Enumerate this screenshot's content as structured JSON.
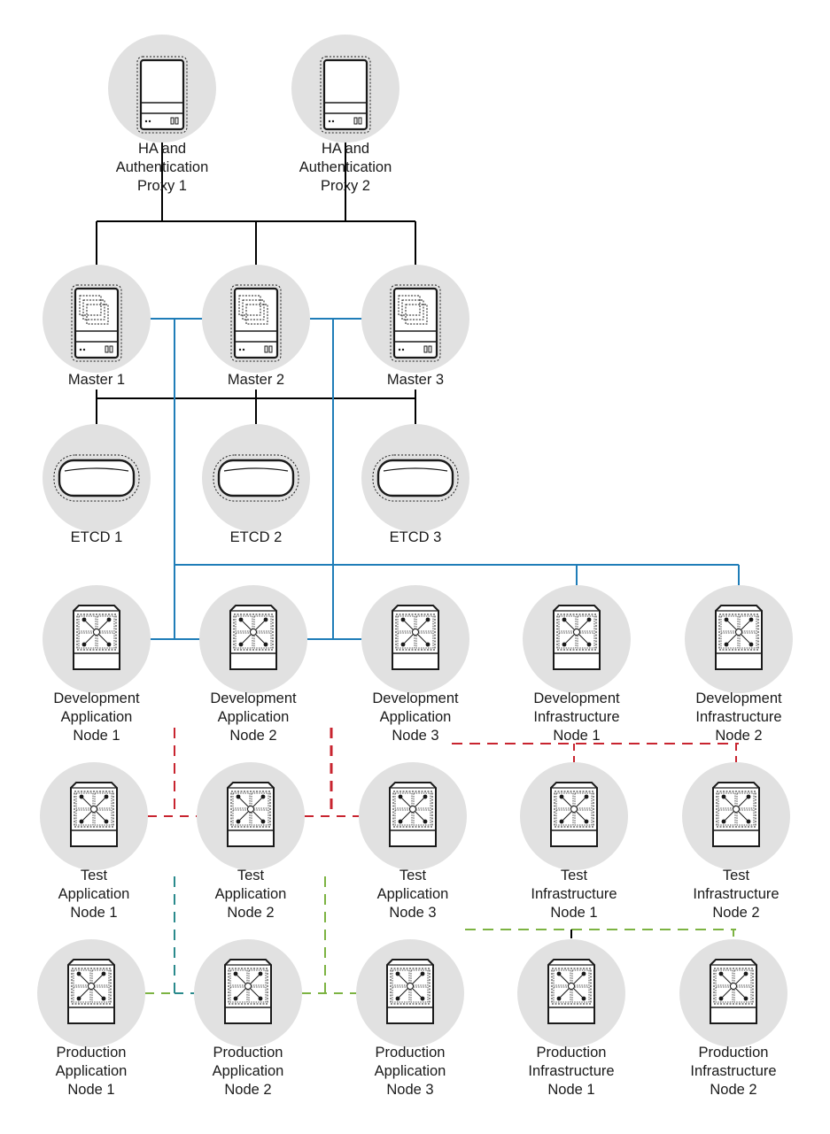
{
  "colors": {
    "background": "#ffffff",
    "node_fill": "#e1e1e1",
    "glyph_stroke": "#1a1a1a",
    "hierarchy_link": "#000000",
    "cluster_network": "#1f7db8",
    "promotion_dev_to_test": "#c8242f",
    "promotion_test_to_prod_app": "#2a8a8c",
    "promotion_test_to_prod": "#7cb342"
  },
  "nodes": {
    "proxy1": {
      "kind": "proxy",
      "icon": "server-icon",
      "label": [
        "HA and",
        "Authentication",
        "Proxy 1"
      ]
    },
    "proxy2": {
      "kind": "proxy",
      "icon": "server-icon",
      "label": [
        "HA and",
        "Authentication",
        "Proxy 2"
      ]
    },
    "master1": {
      "kind": "master",
      "icon": "master-server-icon",
      "label": [
        "Master 1"
      ]
    },
    "master2": {
      "kind": "master",
      "icon": "master-server-icon",
      "label": [
        "Master 2"
      ]
    },
    "master3": {
      "kind": "master",
      "icon": "master-server-icon",
      "label": [
        "Master 3"
      ]
    },
    "etcd1": {
      "kind": "etcd",
      "icon": "database-disk-icon",
      "label": [
        "ETCD 1"
      ]
    },
    "etcd2": {
      "kind": "etcd",
      "icon": "database-disk-icon",
      "label": [
        "ETCD 2"
      ]
    },
    "etcd3": {
      "kind": "etcd",
      "icon": "database-disk-icon",
      "label": [
        "ETCD 3"
      ]
    },
    "devApp1": {
      "kind": "compute",
      "icon": "compute-node-icon",
      "label": [
        "Development",
        "Application",
        "Node 1"
      ]
    },
    "devApp2": {
      "kind": "compute",
      "icon": "compute-node-icon",
      "label": [
        "Development",
        "Application",
        "Node 2"
      ]
    },
    "devApp3": {
      "kind": "compute",
      "icon": "compute-node-icon",
      "label": [
        "Development",
        "Application",
        "Node 3"
      ]
    },
    "devInfra1": {
      "kind": "compute",
      "icon": "compute-node-icon",
      "label": [
        "Development",
        "Infrastructure",
        "Node 1"
      ]
    },
    "devInfra2": {
      "kind": "compute",
      "icon": "compute-node-icon",
      "label": [
        "Development",
        "Infrastructure",
        "Node 2"
      ]
    },
    "testApp1": {
      "kind": "compute",
      "icon": "compute-node-icon",
      "label": [
        "Test",
        "Application",
        "Node 1"
      ]
    },
    "testApp2": {
      "kind": "compute",
      "icon": "compute-node-icon",
      "label": [
        "Test",
        "Application",
        "Node 2"
      ]
    },
    "testApp3": {
      "kind": "compute",
      "icon": "compute-node-icon",
      "label": [
        "Test",
        "Application",
        "Node 3"
      ]
    },
    "testInfra1": {
      "kind": "compute",
      "icon": "compute-node-icon",
      "label": [
        "Test",
        "Infrastructure",
        "Node 1"
      ]
    },
    "testInfra2": {
      "kind": "compute",
      "icon": "compute-node-icon",
      "label": [
        "Test",
        "Infrastructure",
        "Node 2"
      ]
    },
    "prodApp1": {
      "kind": "compute",
      "icon": "compute-node-icon",
      "label": [
        "Production",
        "Application",
        "Node 1"
      ]
    },
    "prodApp2": {
      "kind": "compute",
      "icon": "compute-node-icon",
      "label": [
        "Production",
        "Application",
        "Node 2"
      ]
    },
    "prodApp3": {
      "kind": "compute",
      "icon": "compute-node-icon",
      "label": [
        "Production",
        "Application",
        "Node 3"
      ]
    },
    "prodInfra1": {
      "kind": "compute",
      "icon": "compute-node-icon",
      "label": [
        "Production",
        "Infrastructure",
        "Node 1"
      ]
    },
    "prodInfra2": {
      "kind": "compute",
      "icon": "compute-node-icon",
      "label": [
        "Production",
        "Infrastructure",
        "Node 2"
      ]
    }
  }
}
